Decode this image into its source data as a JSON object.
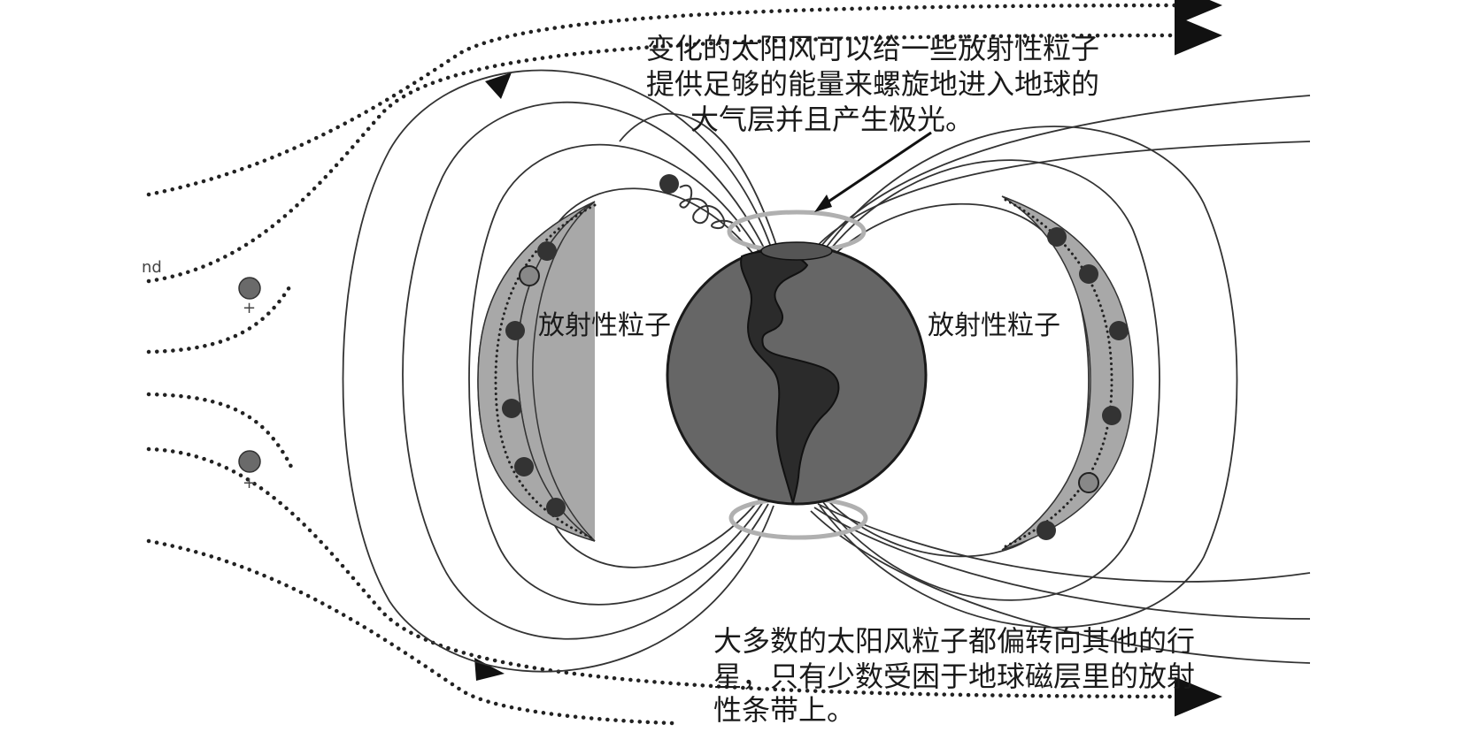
{
  "captions": {
    "top": [
      "变化的太阳风可以给一些放射性粒子",
      "提供足够的能量来螺旋地进入地球的",
      "大气层并且产生极光。"
    ],
    "bottom": [
      "大多数的太阳风粒子都偏转向其他的行",
      "星，只有少数受困于地球磁层里的放射",
      "性条带上。"
    ]
  },
  "belt_labels": {
    "left": "放射性粒子",
    "right": "放射性粒子"
  },
  "fragment_text": "nd",
  "colors": {
    "earth": "#666666",
    "continent": "#2b2b2b",
    "belt": "#a8a8a8",
    "aurora": "#b0b0b0",
    "line": "#333333"
  }
}
